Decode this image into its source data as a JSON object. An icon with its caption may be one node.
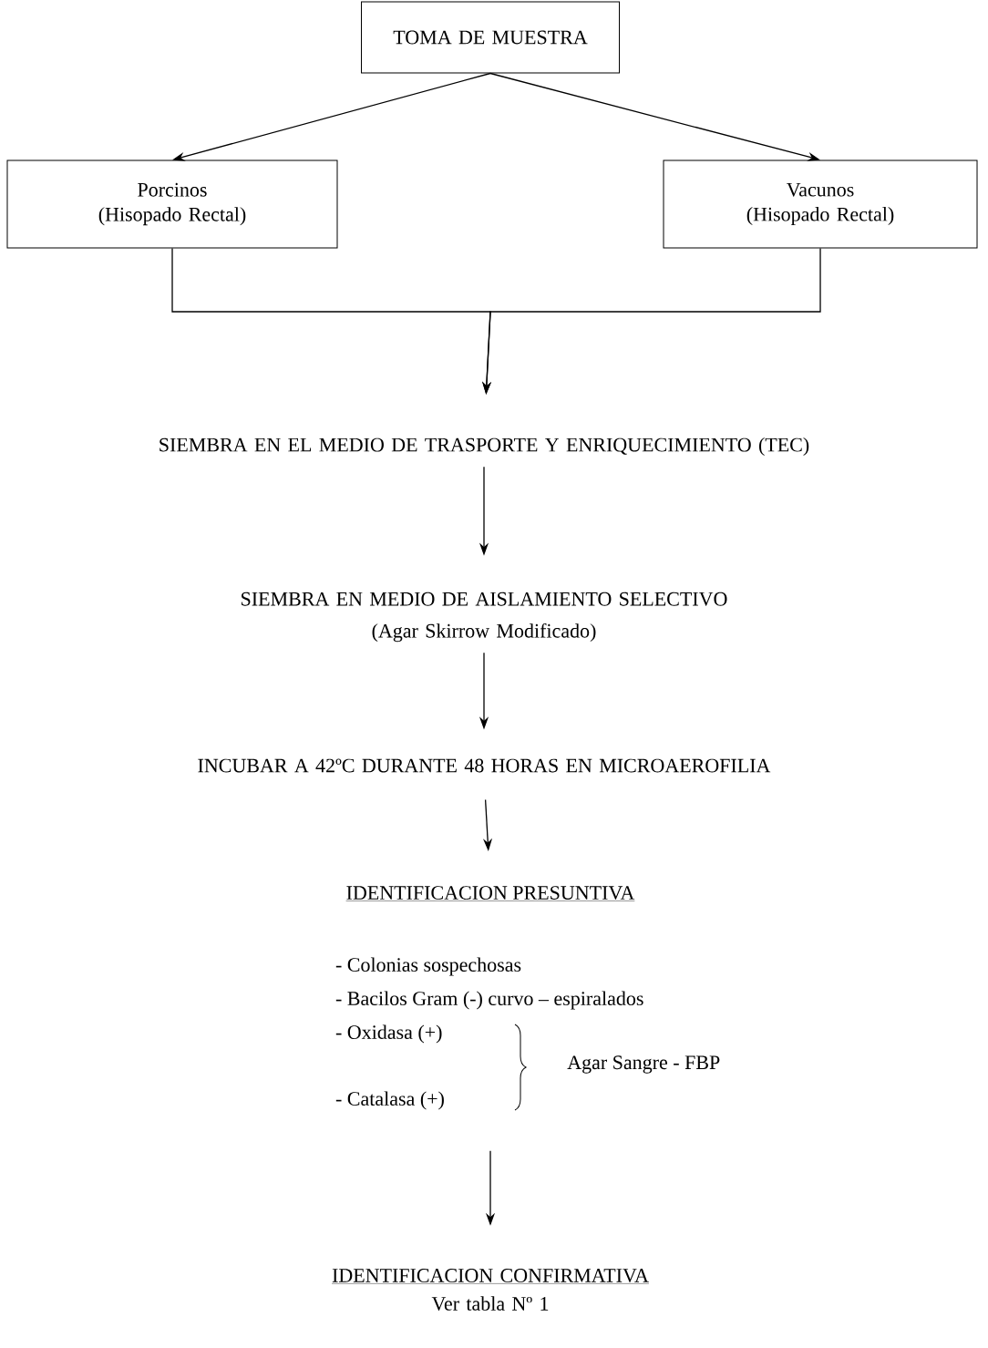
{
  "diagram": {
    "nodes": [
      {
        "text": [
          "TOMA DE MUESTRA"
        ]
      },
      {
        "text": [
          "Porcinos",
          "(Hisopado Rectal)"
        ]
      },
      {
        "text": [
          "Vacunos",
          "(Hisopado Rectal)"
        ]
      },
      {
        "text": [
          "SIEMBRA EN EL MEDIO DE TRASPORTE Y ENRIQUECIMIENTO (TEC)"
        ]
      },
      {
        "text": [
          "SIEMBRA EN MEDIO DE AISLAMIENTO SELECTIVO",
          "(Agar Skirrow Modificado)"
        ]
      },
      {
        "text": [
          "INCUBAR A 42ºC DURANTE 48 HORAS EN MICROAEROFILIA"
        ]
      },
      {
        "text": [
          "IDENTIFICACION PRESUNTIVA",
          "- Colonias sospechosas",
          "- Bacilos Gram (-) curvo – espiralados",
          "- Oxidasa (+)",
          "- Catalasa (+)"
        ]
      },
      {
        "text": [
          "IDENTIFICACION CONFIRMATIVA",
          "Ver tabla Nº 1"
        ]
      }
    ],
    "edges": [
      {
        "from": 0,
        "to": 1,
        "arrow": "to"
      },
      {
        "from": 0,
        "to": 2,
        "arrow": "to"
      },
      {
        "from": 1,
        "to": 3,
        "arrow": "to"
      },
      {
        "from": 2,
        "to": 3,
        "arrow": "to"
      },
      {
        "from": 3,
        "to": 4,
        "arrow": "to"
      },
      {
        "from": 4,
        "to": 5,
        "arrow": "to"
      },
      {
        "from": 5,
        "to": 6,
        "arrow": "to"
      },
      {
        "from": 6,
        "to": 7,
        "arrow": "to"
      }
    ],
    "labels": [
      "Agar Sangre - FBP"
    ]
  }
}
